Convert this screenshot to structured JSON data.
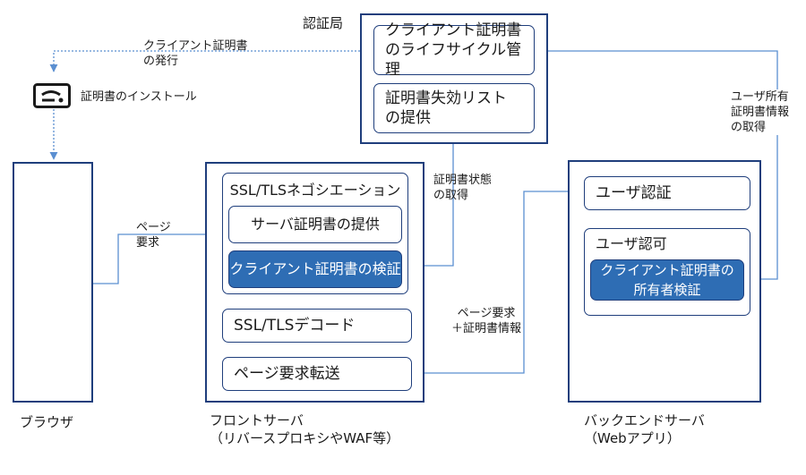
{
  "certificate_authority": {
    "title": "認証局",
    "items": [
      "クライアント証明書\nのライフサイクル管理",
      "証明書失効リスト\nの提供"
    ]
  },
  "browser": {
    "caption": "ブラウザ"
  },
  "front_server": {
    "caption": "フロントサーバ\n（リバースプロキシやWAF等）",
    "ssl_group": {
      "title": "SSL/TLSネゴシエーション",
      "items": [
        "サーバ証明書の提供",
        "クライアント証明書の検証"
      ]
    },
    "decode": "SSL/TLSデコード",
    "forward": "ページ要求転送"
  },
  "backend_server": {
    "caption": "バックエンドサーバ\n（Webアプリ）",
    "user_auth": "ユーザ認証",
    "user_authz": {
      "title": "ユーザ認可",
      "item": "クライアント証明書の\n所有者検証"
    }
  },
  "flows": {
    "cert_issue": "クライアント証明書\nの発行",
    "install": "証明書のインストール",
    "page_request": "ページ\n要求",
    "cert_status": "証明書状態\nの取得",
    "request_with_cert": "ページ要求\n＋証明書情報",
    "owner_cert_info": "ユーザ所有\n証明書情報\nの取得"
  },
  "colors": {
    "border": "#1f3e7c",
    "accent_fill": "#2e6db4",
    "connector": "#5b8fd1"
  },
  "icons": [
    "certificate-card-icon"
  ]
}
